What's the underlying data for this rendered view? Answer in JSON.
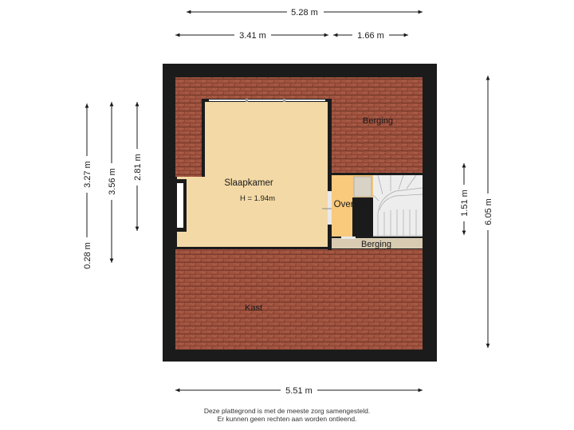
{
  "dimensions": {
    "top_total": "5.28 m",
    "top_left": "3.41 m",
    "top_right": "1.66 m",
    "bottom_total": "5.51 m",
    "left_outer_top": "3.27 m",
    "left_outer_bottom": "0.28 m",
    "left_middle": "3.56 m",
    "left_inner": "2.81 m",
    "right_inner": "1.51 m",
    "right_outer": "6.05 m"
  },
  "rooms": {
    "slaapkamer": "Slaapkamer",
    "slaapkamer_height": "H = 1.94m",
    "berging_top": "Berging",
    "overloop": "Overloop",
    "berging_small": "Berging",
    "kast": "Kast"
  },
  "disclaimer": {
    "line1": "Deze plattegrond is met de meeste zorg samengesteld.",
    "line2": "Er kunnen geen rechten aan worden ontleend."
  },
  "colors": {
    "wall": "#1b1b1b",
    "roof": "#a0533f",
    "roof_line": "#6e3326",
    "floor": "#f3d9a5",
    "overloop": "#f9c97c",
    "stair": "#ededed",
    "berging_strip": "#d9cbb2"
  }
}
